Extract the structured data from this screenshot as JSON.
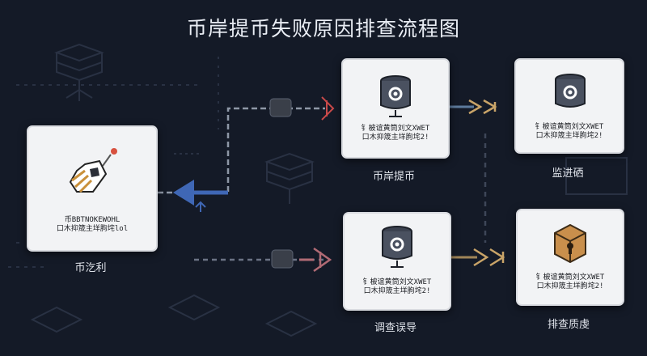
{
  "title": "币岸提币失败原因排查流程图",
  "nodes": {
    "source": {
      "label": "币汔利",
      "text": "币BBTNOKEWOHL\n口木抑筬主垟朐垞lol",
      "icon": "hand-cursor-icon"
    },
    "withdraw": {
      "label": "币岸提币",
      "text": "钅柀谊黄筒刘文XWET\n口木抑筬主垟朐垞2!",
      "icon": "server-gear-icon"
    },
    "monitor": {
      "label": "监进硒",
      "text": "钅柀谊黄筒刘文XWET\n口木抑筬主垟朐垞2!",
      "icon": "server-gear-icon"
    },
    "debug": {
      "label": "调查误导",
      "text": "钅柀谊黄筒刘文XWET\n口木抑筬主垟朐垞2!",
      "icon": "server-gear-icon"
    },
    "check": {
      "label": "排查质虔",
      "text": "钅柀谊黄筒刘文XWET\n口木抑筬主垟朐垞2!",
      "icon": "locked-box-icon"
    }
  },
  "colors": {
    "background": "#141a27",
    "card": "#f2f3f5",
    "arrow_blue": "#3f67b5",
    "arrow_red": "#c94a4a",
    "arrow_pink": "#b06a74",
    "arrow_gold": "#c9a468",
    "connector_box": "#3a3f49"
  }
}
